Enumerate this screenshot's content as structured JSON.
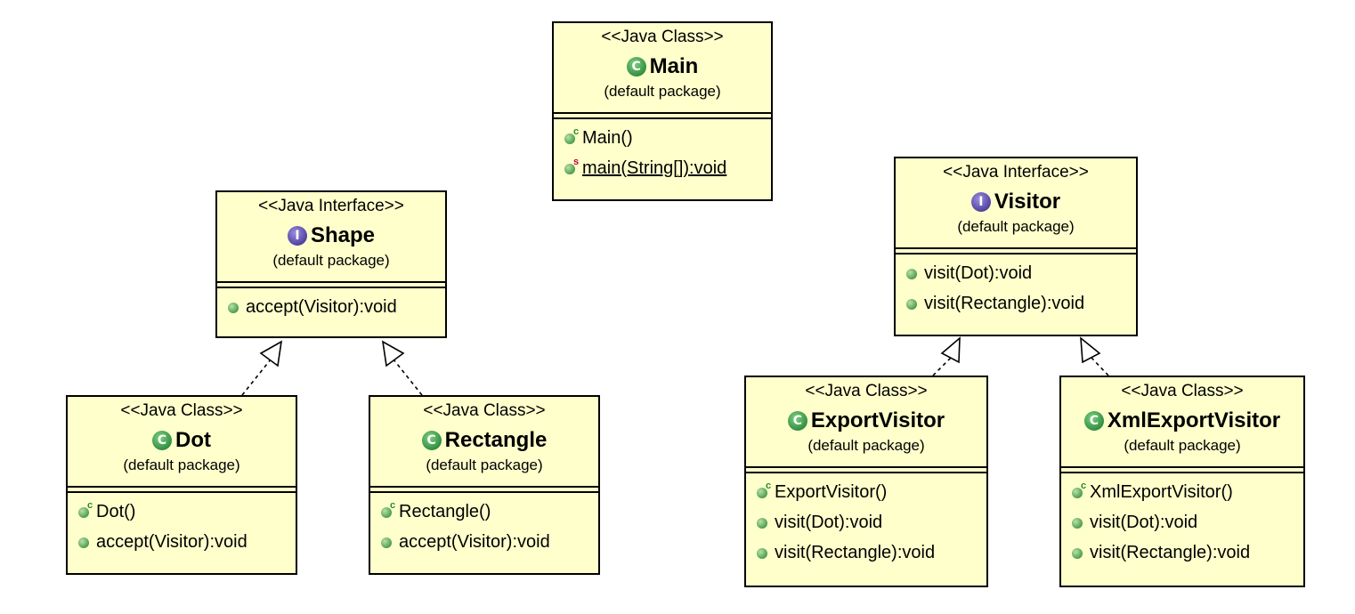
{
  "main": {
    "stereotype": "<<Java Class>>",
    "name": "Main",
    "package": "(default package)",
    "members": [
      {
        "text": "Main()",
        "kind": "constructor"
      },
      {
        "text": "main(String[]):void",
        "kind": "static"
      }
    ]
  },
  "shape": {
    "stereotype": "<<Java Interface>>",
    "name": "Shape",
    "package": "(default package)",
    "members": [
      {
        "text": "accept(Visitor):void",
        "kind": "method"
      }
    ]
  },
  "dot": {
    "stereotype": "<<Java Class>>",
    "name": "Dot",
    "package": "(default package)",
    "members": [
      {
        "text": "Dot()",
        "kind": "constructor"
      },
      {
        "text": "accept(Visitor):void",
        "kind": "method"
      }
    ]
  },
  "rectangle": {
    "stereotype": "<<Java Class>>",
    "name": "Rectangle",
    "package": "(default package)",
    "members": [
      {
        "text": "Rectangle()",
        "kind": "constructor"
      },
      {
        "text": "accept(Visitor):void",
        "kind": "method"
      }
    ]
  },
  "visitor": {
    "stereotype": "<<Java Interface>>",
    "name": "Visitor",
    "package": "(default package)",
    "members": [
      {
        "text": "visit(Dot):void",
        "kind": "method"
      },
      {
        "text": "visit(Rectangle):void",
        "kind": "method"
      }
    ]
  },
  "exportVisitor": {
    "stereotype": "<<Java Class>>",
    "name": "ExportVisitor",
    "package": "(default package)",
    "members": [
      {
        "text": "ExportVisitor()",
        "kind": "constructor"
      },
      {
        "text": "visit(Dot):void",
        "kind": "method"
      },
      {
        "text": "visit(Rectangle):void",
        "kind": "method"
      }
    ]
  },
  "xmlExportVisitor": {
    "stereotype": "<<Java Class>>",
    "name": "XmlExportVisitor",
    "package": "(default package)",
    "members": [
      {
        "text": "XmlExportVisitor()",
        "kind": "constructor"
      },
      {
        "text": "visit(Dot):void",
        "kind": "method"
      },
      {
        "text": "visit(Rectangle):void",
        "kind": "method"
      }
    ]
  },
  "icons": {
    "class_badge": "C",
    "interface_badge": "I",
    "constructor_sup": "c",
    "static_sup": "s"
  },
  "colors": {
    "box_fill": "#ffffcc",
    "class_badge": "#2e8b3e",
    "interface_badge": "#4b3d9c",
    "method_dot": "#4e9e4e"
  }
}
